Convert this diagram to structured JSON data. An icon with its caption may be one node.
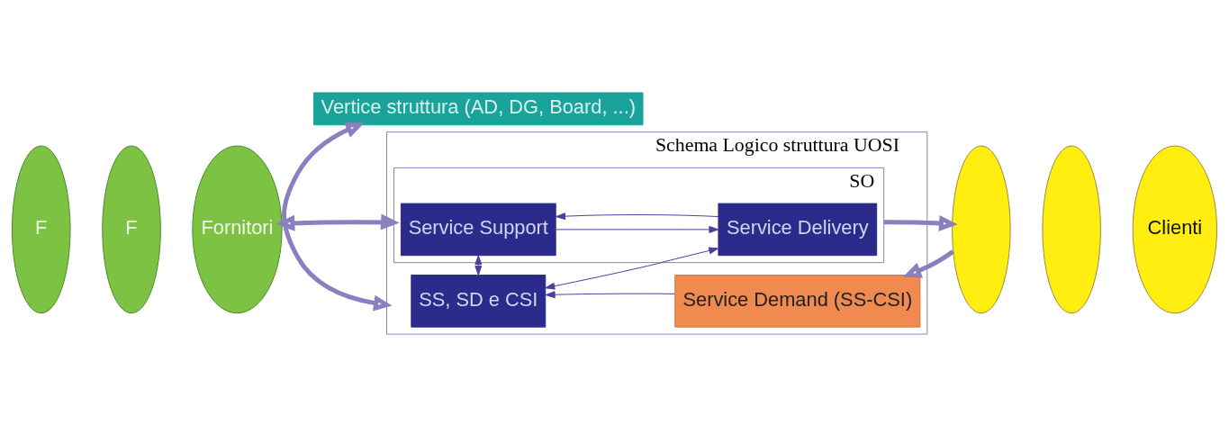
{
  "diagram": {
    "nodes": [
      {
        "text": [
          "Vertice struttura (AD, DG, Board, ...)"
        ]
      },
      {
        "text": [
          "F"
        ]
      },
      {
        "text": [
          "F"
        ]
      },
      {
        "text": [
          "Fornitori"
        ]
      },
      {
        "text": [
          "Schema Logico struttura UOSI"
        ]
      },
      {
        "text": [
          "SS, SD e CSI"
        ],
        "in": 4
      },
      {
        "text": [
          "Service Demand (SS-CSI)"
        ],
        "in": 4
      },
      {
        "text": [
          "SO"
        ],
        "in": 4
      },
      {
        "text": [
          "Service Support"
        ],
        "in": 7
      },
      {
        "text": [
          "Service Delivery"
        ],
        "in": 7
      },
      {
        "text": [],
        "shape": "ellipse"
      },
      {
        "text": [],
        "shape": "ellipse"
      },
      {
        "text": [
          "Clienti"
        ]
      }
    ],
    "edges": [
      {
        "from": 0,
        "to": 4,
        "arrow": "both",
        "style": "thick"
      },
      {
        "from": 3,
        "to": 7,
        "arrow": "both",
        "style": "thick"
      },
      {
        "from": 10,
        "to": 6,
        "arrow": "to",
        "style": "thick"
      },
      {
        "from": 7,
        "to": 10,
        "arrow": "to",
        "style": "thick"
      },
      {
        "from": 6,
        "to": 5,
        "arrow": "to"
      },
      {
        "from": 5,
        "to": 8,
        "arrow": "both"
      },
      {
        "from": 9,
        "to": 5,
        "arrow": "both"
      },
      {
        "from": 8,
        "to": 9,
        "arrow": "to"
      },
      {
        "from": 9,
        "to": 8,
        "arrow": "to"
      }
    ]
  }
}
